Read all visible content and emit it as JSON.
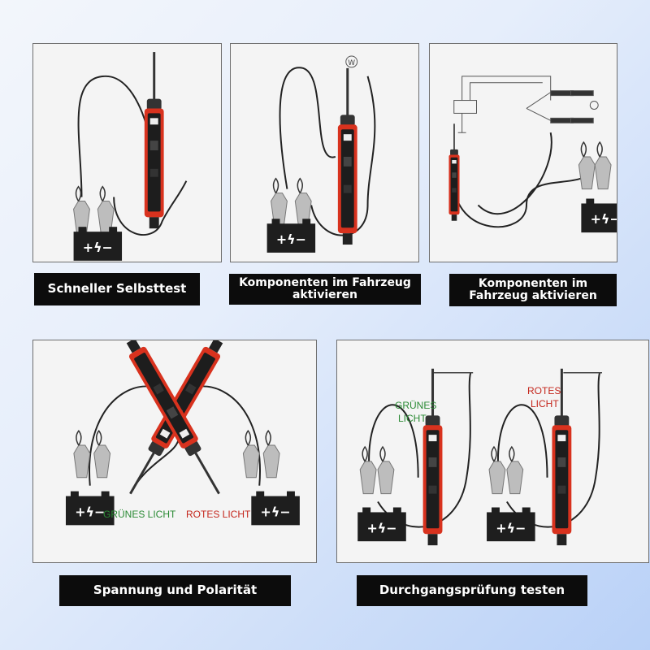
{
  "panels": [
    {
      "caption": "Schneller Selbsttest"
    },
    {
      "caption": "Komponenten im Fahrzeug aktivieren"
    },
    {
      "caption": "Komponenten im Fahrzeug aktivieren"
    },
    {
      "caption": "Spannung und Polarität",
      "label_left": "GRÜNES LICHT",
      "label_right": "ROTES LICHT"
    },
    {
      "caption": "Durchgangsprüfung testen",
      "label_left_1": "GRÜNES",
      "label_left_2": "LICHT",
      "label_right_1": "ROTES",
      "label_right_2": "LICHT"
    }
  ],
  "bulb_letter": "W",
  "battery_symbol": "+ϟ−",
  "colors": {
    "tester_red": "#d8321e",
    "dark": "#222222",
    "green_text": "#2a8a34",
    "red_text": "#c4261c",
    "caption_bg": "#0c0c0c"
  }
}
